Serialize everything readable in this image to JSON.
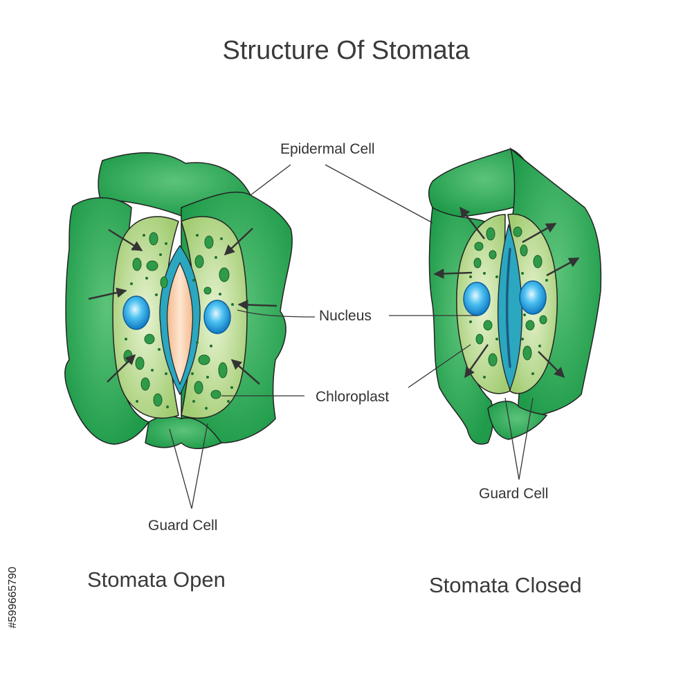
{
  "diagram": {
    "title": "Structure Of Stomata",
    "labels": {
      "epidermal_cell": "Epidermal Cell",
      "nucleus": "Nucleus",
      "chloroplast": "Chloroplast",
      "guard_cell_left": "Guard Cell",
      "guard_cell_right": "Guard Cell"
    },
    "captions": {
      "open": "Stomata Open",
      "closed": "Stomata Closed"
    },
    "stock_id": "#599665790"
  },
  "colors": {
    "epidermis": "#1f9b4a",
    "epidermis_light": "#5cc47a",
    "guard_cell": "#a6cf78",
    "guard_cell_light": "#e2f0c8",
    "chloroplast": "#2f9a48",
    "nucleus": "#1aa0e0",
    "pore_wall": "#2ba7c0",
    "pore_open": "#f6c8a0",
    "outline": "#222222"
  }
}
